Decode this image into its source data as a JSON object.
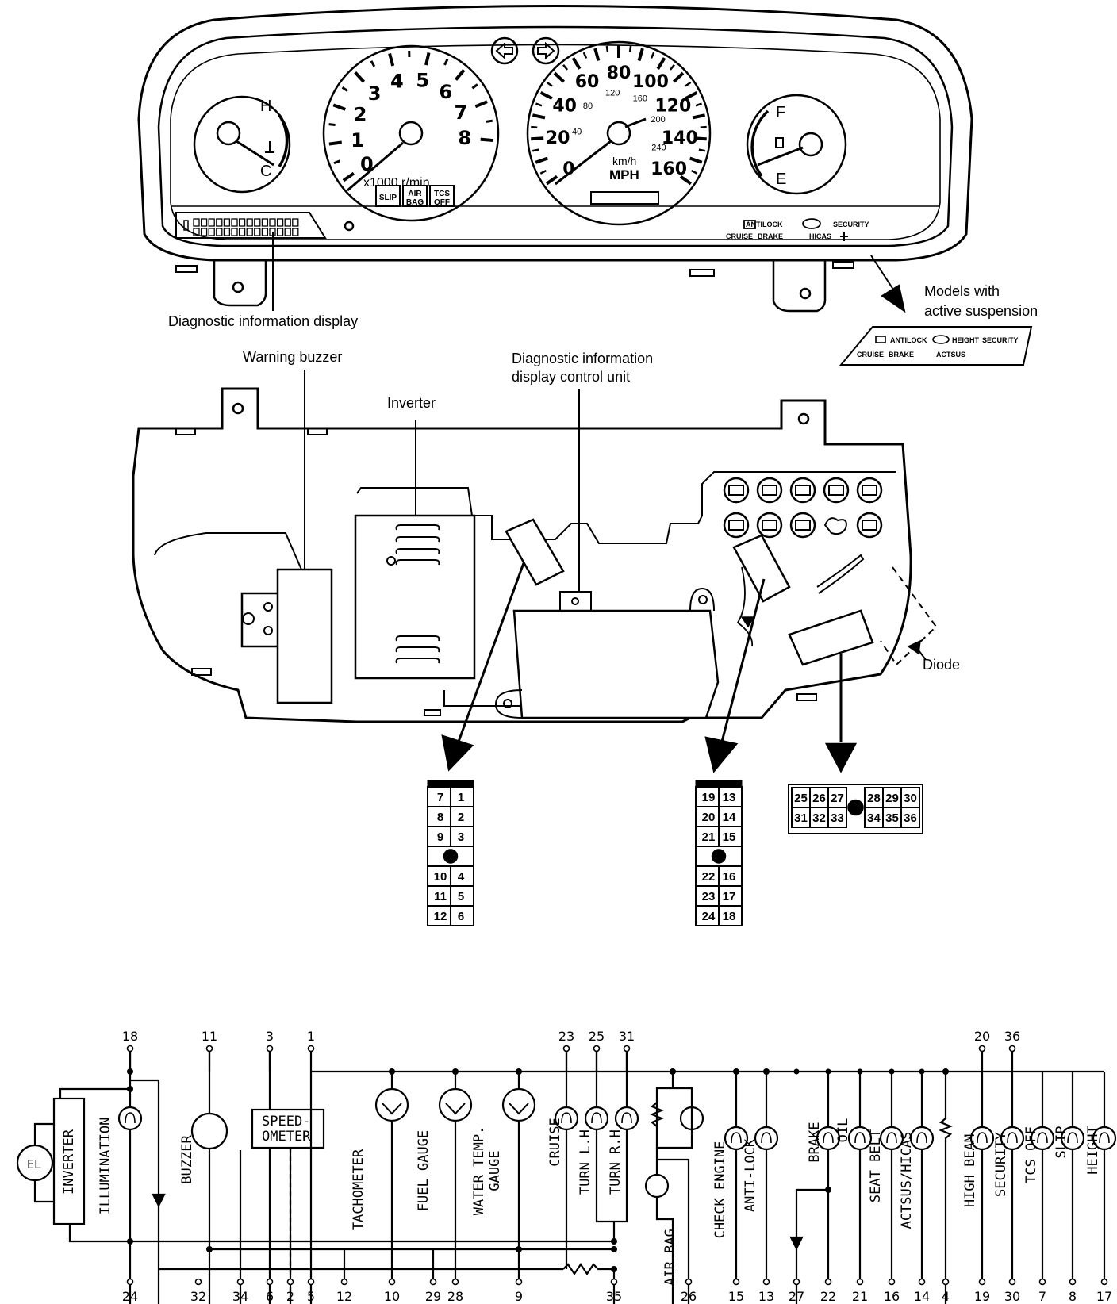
{
  "labels": {
    "diag_display": "Diagnostic information display",
    "models_line1": "Models with",
    "models_line2": "active suspension",
    "warning_buzzer": "Warning buzzer",
    "inverter": "Inverter",
    "control_unit_1": "Diagnostic information",
    "control_unit_2": "display control unit",
    "diode": "Diode"
  },
  "cluster": {
    "temp_h": "H",
    "temp_c": "C",
    "fuel_f": "F",
    "fuel_e": "E",
    "tach_numbers": [
      "0",
      "1",
      "2",
      "3",
      "4",
      "5",
      "6",
      "7",
      "8"
    ],
    "tach_unit": "x1000 r/min",
    "tach_badges": [
      "SLIP",
      "AIR BAG",
      "TCS OFF"
    ],
    "speedo_mph": [
      "0",
      "20",
      "40",
      "60",
      "80",
      "100",
      "120",
      "140",
      "160"
    ],
    "speedo_kmh": [
      "40",
      "80",
      "120",
      "160",
      "200",
      "240"
    ],
    "speedo_unit_top": "km/h",
    "speedo_unit_bottom": "MPH",
    "warn_row1": [
      "ANTILOCK",
      "SECURITY"
    ],
    "warn_row2": [
      "CRUISE",
      "BRAKE",
      "HICAS"
    ]
  },
  "inset": {
    "row1": [
      "ANTILOCK",
      "HEIGHT",
      "SECURITY"
    ],
    "row2": [
      "CRUISE",
      "BRAKE",
      "ACTSUS"
    ]
  },
  "connectors": {
    "connector_a": [
      [
        "7",
        "1"
      ],
      [
        "8",
        "2"
      ],
      [
        "9",
        "3"
      ],
      [
        "",
        ""
      ],
      [
        "10",
        "4"
      ],
      [
        "11",
        "5"
      ],
      [
        "12",
        "6"
      ]
    ],
    "connector_b": [
      [
        "19",
        "13"
      ],
      [
        "20",
        "14"
      ],
      [
        "21",
        "15"
      ],
      [
        "",
        ""
      ],
      [
        "22",
        "16"
      ],
      [
        "23",
        "17"
      ],
      [
        "24",
        "18"
      ]
    ],
    "connector_c": [
      [
        "25",
        "26",
        "27",
        "",
        "28",
        "29",
        "30"
      ],
      [
        "31",
        "32",
        "33",
        "",
        "34",
        "35",
        "36"
      ]
    ]
  },
  "schematic": {
    "top_pins": [
      "18",
      "11",
      "3",
      "1",
      "23",
      "25",
      "31",
      "20",
      "36"
    ],
    "bottom_pins": [
      "24",
      "32",
      "34",
      "6",
      "2",
      "5",
      "12",
      "10",
      "29",
      "28",
      "9",
      "35",
      "26",
      "15",
      "13",
      "27",
      "22",
      "21",
      "16",
      "14",
      "4",
      "19",
      "30",
      "7",
      "8",
      "17"
    ],
    "el": "EL",
    "inverter": "INVERTER",
    "illumination": "ILLUMINATION",
    "buzzer": "BUZZER",
    "speedometer_1": "SPEED-",
    "speedometer_2": "OMETER",
    "tachometer": "TACHOMETER",
    "fuel_gauge": "FUEL GAUGE",
    "water_temp_1": "WATER TEMP.",
    "water_temp_2": "GAUGE",
    "cruise": "CRUISE",
    "turn_lh": "TURN L.H.",
    "turn_rh": "TURN R.H.",
    "air_bag": "AIR BAG",
    "check_engine": "CHECK ENGINE",
    "anti_lock": "ANTI-LOCK",
    "brake": "BRAKE",
    "oil": "OIL",
    "seat_belt": "SEAT BELT",
    "actsus_hicas": "ACTSUS/HICAS",
    "high_beam": "HIGH BEAM",
    "security": "SECURITY",
    "tcs_off": "TCS OFF",
    "slip": "SLIP",
    "height": "HEIGHT"
  }
}
